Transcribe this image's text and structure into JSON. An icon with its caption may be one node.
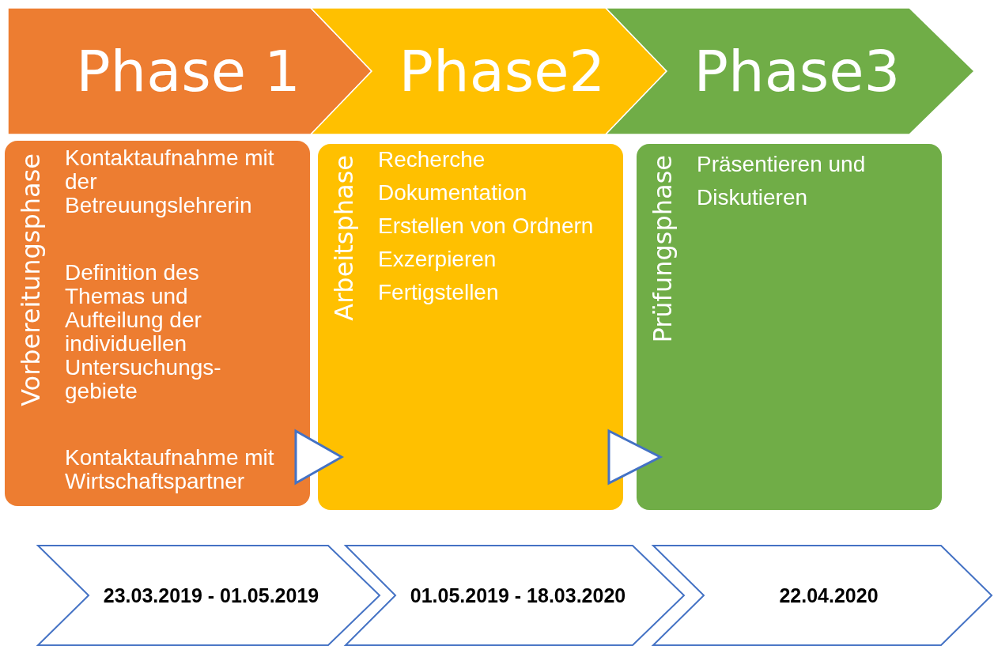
{
  "diagram": {
    "nodes": [
      {
        "text": [
          "Phase 1"
        ]
      },
      {
        "text": [
          "Phase2"
        ]
      },
      {
        "text": [
          "Phase3"
        ]
      },
      {
        "text": [
          "Vorbereitungsphase",
          "Kontaktaufnahme mit der Betreuungslehrerin",
          "Definition des Themas und Aufteilung der individuellen Untersuchungs-gebiete",
          "Kontaktaufnahme mit Wirtschaftspartner"
        ]
      },
      {
        "text": [
          "Arbeitsphase",
          "Recherche",
          "Dokumentation",
          "Erstellen von Ordnern",
          "Exzerpieren",
          "Fertigstellen"
        ]
      },
      {
        "text": [
          "Prüfungsphase",
          "Präsentieren und Diskutieren"
        ]
      },
      {
        "text": [
          "23.03.2019 - 01.05.2019"
        ]
      },
      {
        "text": [
          "01.05.2019 - 18.03.2020"
        ]
      },
      {
        "text": [
          "22.04.2020"
        ]
      }
    ],
    "edges": [
      {
        "from": 3,
        "to": 4,
        "arrow": "to"
      },
      {
        "from": 4,
        "to": 5,
        "arrow": "to"
      }
    ]
  }
}
